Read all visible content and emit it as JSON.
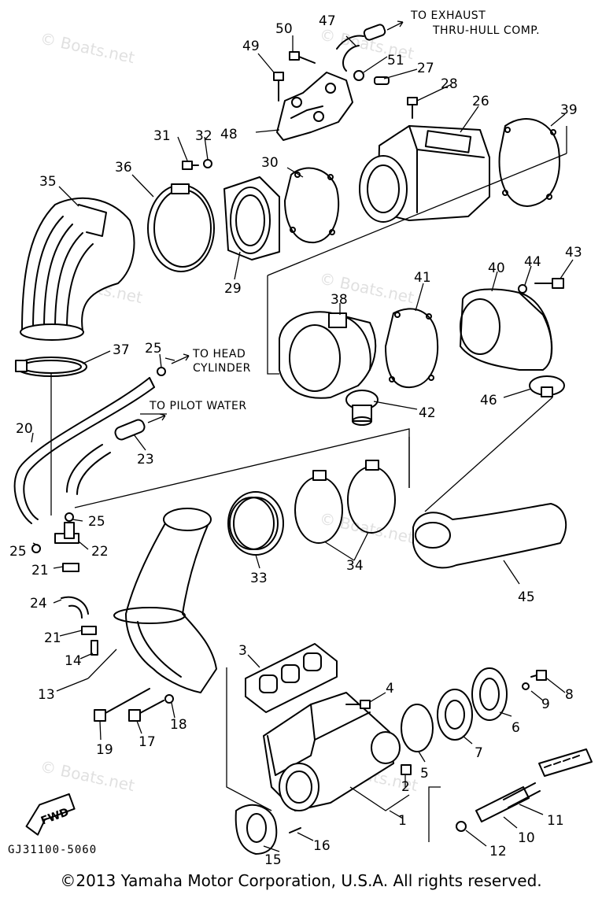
{
  "diagram": {
    "part_callouts": [
      "1",
      "2",
      "3",
      "4",
      "5",
      "6",
      "7",
      "8",
      "9",
      "10",
      "11",
      "12",
      "13",
      "14",
      "15",
      "16",
      "17",
      "18",
      "19",
      "20",
      "21",
      "21",
      "22",
      "23",
      "24",
      "25",
      "25",
      "25",
      "26",
      "27",
      "28",
      "29",
      "30",
      "31",
      "32",
      "33",
      "34",
      "35",
      "36",
      "37",
      "38",
      "39",
      "40",
      "41",
      "42",
      "43",
      "44",
      "45",
      "46",
      "47",
      "48",
      "49",
      "50",
      "51"
    ],
    "notes": {
      "exhaust": "TO EXHAUST",
      "exhaust2": "THRU-HULL COMP.",
      "head": "TO HEAD",
      "head2": "CYLINDER",
      "pilot": "TO PILOT WATER"
    },
    "fwd_label": "FWD",
    "drawing_code": "GJ31100-5060",
    "watermark": "© Boats.net"
  },
  "footer": {
    "copyright": "©2013 Yamaha Motor Corporation, U.S.A. All rights reserved."
  }
}
